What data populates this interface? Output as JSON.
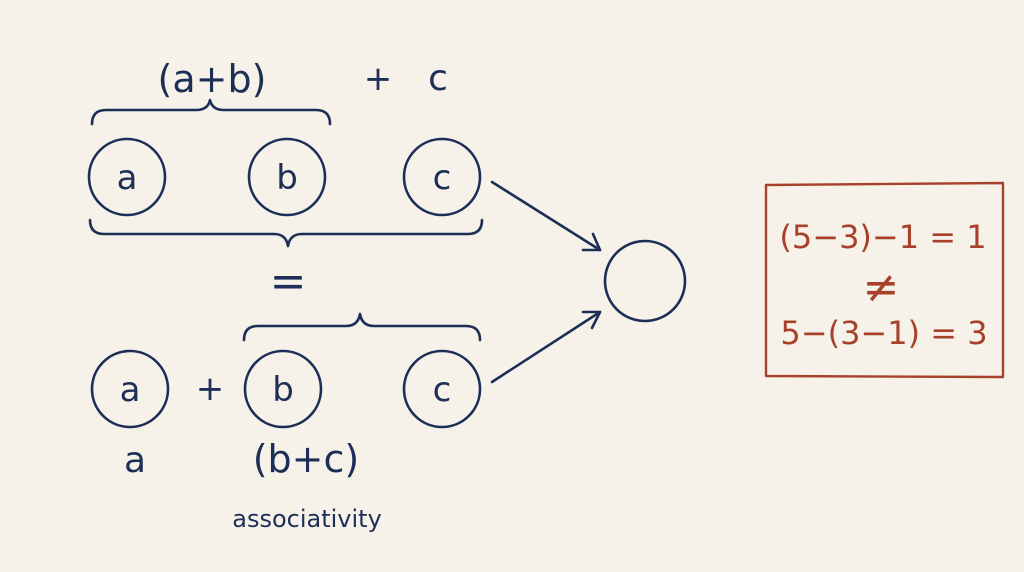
{
  "top": {
    "group_label": "(a+b)",
    "operator": "+",
    "right_label": "c",
    "nodes": [
      "a",
      "b",
      "c"
    ]
  },
  "equals": "=",
  "bottom": {
    "nodes": [
      "a",
      "b",
      "c"
    ],
    "operator": "+",
    "left_label": "a",
    "group_label": "(b+c)"
  },
  "caption": "associativity",
  "counterexample": {
    "line1": "(5−3)−1 = 1",
    "not_equal": "≠",
    "line2": "5−(3−1) = 3"
  },
  "colors": {
    "ink": "#1e2f57",
    "accent": "#a8412a",
    "background": "#f6f2ea"
  }
}
